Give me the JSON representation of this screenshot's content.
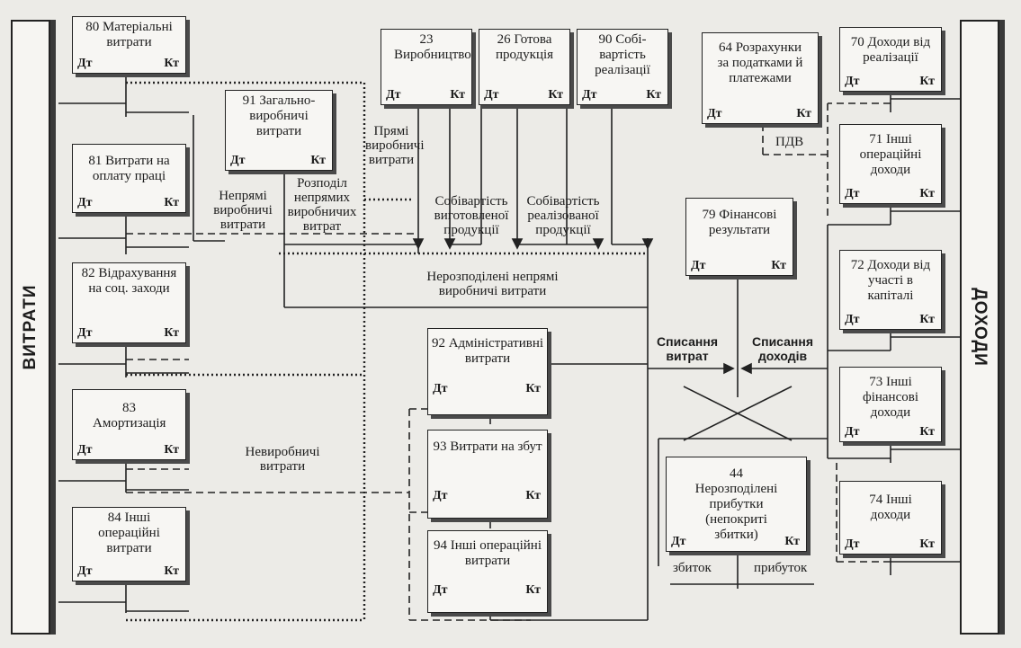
{
  "left_bar": {
    "label": "ВИТРАТИ"
  },
  "right_bar": {
    "label": "ДОХОДИ"
  },
  "dt": "Дт",
  "kt": "Кт",
  "accounts": {
    "a80": "80 Матеріальні витрати",
    "a81": "81 Витрати на оплату праці",
    "a82": "82 Відрахування на соц. заходи",
    "a83": "83 Амортизація",
    "a84": "84 Інші операційні витрати",
    "a91": "91 Загально-виробничі витрати",
    "a23": "23 Виробництво",
    "a26": "26 Готова продукція",
    "a90": "90 Собі-вартість реалізації",
    "a64": "64 Розрахунки за податками й платежами",
    "a79": "79 Фінансові результати",
    "a92": "92 Адміністративні витрати",
    "a93": "93 Витрати на збут",
    "a94": "94 Інші операційні витрати",
    "a44": "44 Нерозподілені прибутки (непокриті збитки)",
    "a70": "70 Доходи від реалізації",
    "a71": "71 Інші операційні доходи",
    "a72": "72 Доходи від участі в капіталі",
    "a73": "73 Інші фінансові доходи",
    "a74": "74 Інші доходи"
  },
  "labels": {
    "indirect": "Непрямі виробничі витрати",
    "allocation": "Розподіл непрямих виробничих витрат",
    "direct": "Прямі виробничі витрати",
    "cost_made": "Собівартість виготовленої продукції",
    "cost_sold": "Собівартість реалізованої продукції",
    "unallocated": "Нерозподілені непрямі виробничі витрати",
    "nonproduction": "Невиробничі витрати",
    "pdv": "ПДВ",
    "write_off_costs": "Списання витрат",
    "write_off_income": "Списання доходів",
    "loss": "збиток",
    "profit": "прибуток"
  }
}
